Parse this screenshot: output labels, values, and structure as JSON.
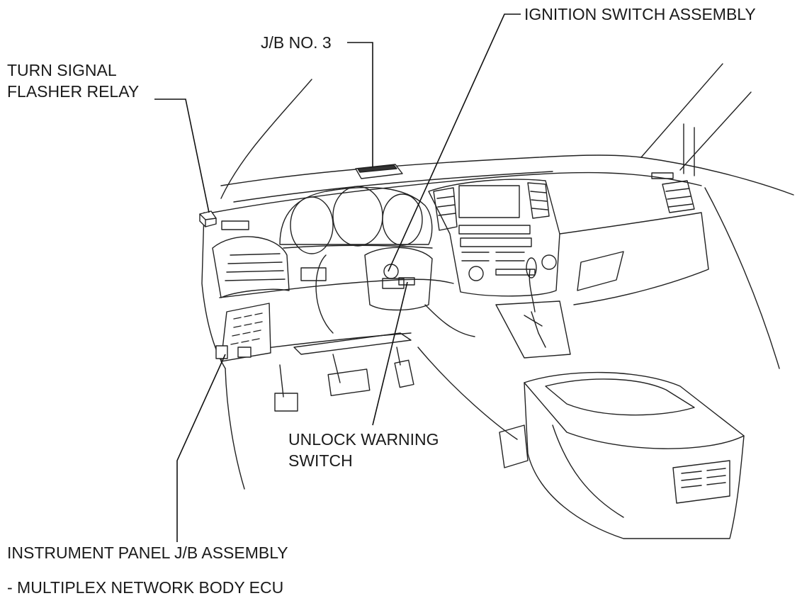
{
  "diagram": {
    "labels": {
      "turn_signal_relay": {
        "line1": "TURN SIGNAL",
        "line2": "FLASHER RELAY"
      },
      "jb_no3": "J/B NO. 3",
      "ignition_switch": "IGNITION SWITCH ASSEMBLY",
      "unlock_warning": {
        "line1": "UNLOCK WARNING",
        "line2": "SWITCH"
      },
      "instrument_panel_jb": "INSTRUMENT PANEL J/B ASSEMBLY",
      "body_ecu": "- MULTIPLEX NETWORK BODY ECU"
    },
    "colors": {
      "ink": "#1a1a1a",
      "background": "#ffffff"
    }
  }
}
